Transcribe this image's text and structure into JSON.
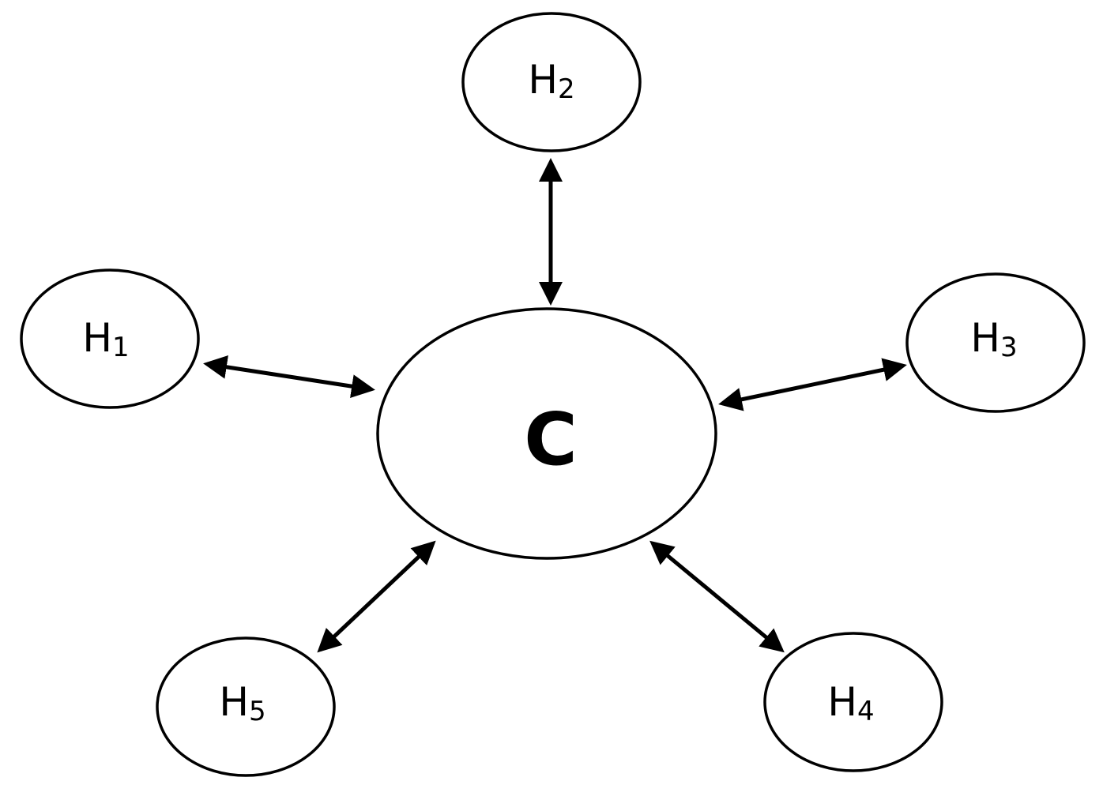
{
  "diagram": {
    "type": "hub-and-spoke",
    "center": {
      "id": "center",
      "label": "C"
    },
    "nodes": [
      {
        "id": "h1",
        "base": "H",
        "sub": "1"
      },
      {
        "id": "h2",
        "base": "H",
        "sub": "2"
      },
      {
        "id": "h3",
        "base": "H",
        "sub": "3"
      },
      {
        "id": "h4",
        "base": "H",
        "sub": "4"
      },
      {
        "id": "h5",
        "base": "H",
        "sub": "5"
      }
    ],
    "edges": [
      {
        "from": "center",
        "to": "h1",
        "direction": "bidirectional"
      },
      {
        "from": "center",
        "to": "h2",
        "direction": "bidirectional"
      },
      {
        "from": "center",
        "to": "h3",
        "direction": "bidirectional"
      },
      {
        "from": "center",
        "to": "h4",
        "direction": "bidirectional"
      },
      {
        "from": "center",
        "to": "h5",
        "direction": "bidirectional"
      }
    ],
    "colors": {
      "stroke": "#000000",
      "fill": "#ffffff",
      "text": "#000000"
    }
  }
}
